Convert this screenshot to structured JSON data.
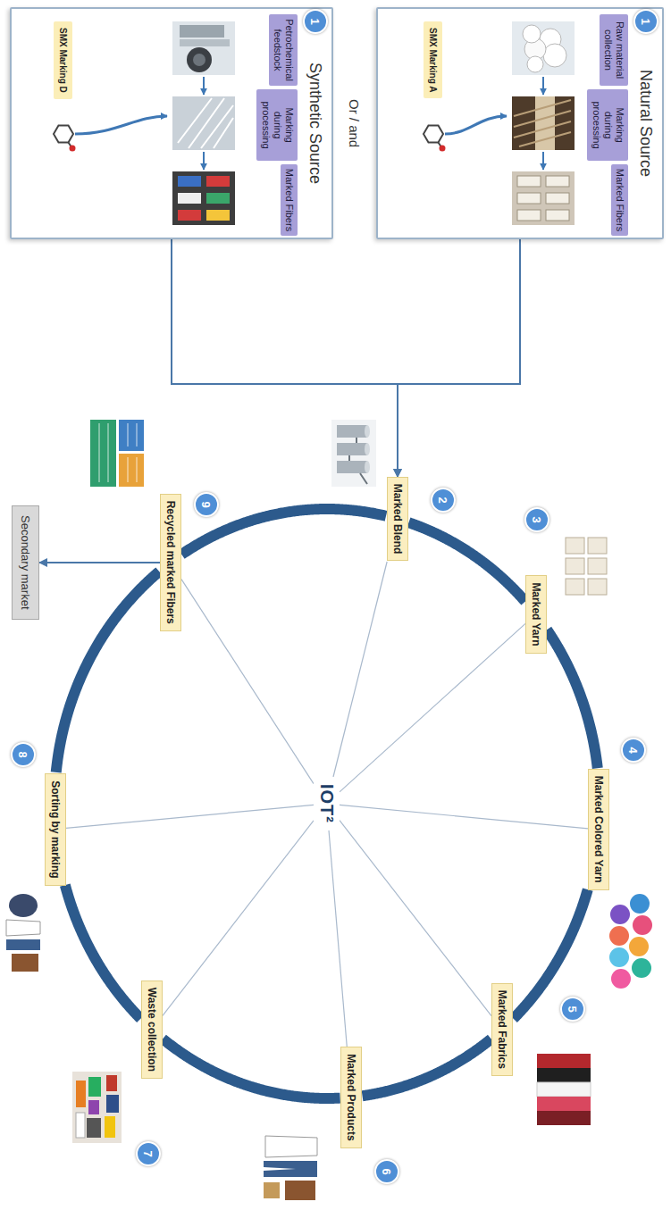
{
  "diagram": {
    "nodes": [
      {
        "text": [
          "Natural Source"
        ]
      },
      {
        "text": [
          "Raw material collection"
        ],
        "in": 0
      },
      {
        "text": [
          "Marking during processing"
        ],
        "in": 0
      },
      {
        "text": [
          "Marked Fibers"
        ],
        "in": 0
      },
      {
        "text": [
          "SMX Marking A"
        ],
        "in": 0
      },
      {
        "text": [
          "Synthetic Source"
        ]
      },
      {
        "text": [
          "Petrochemical feedstock"
        ],
        "in": 5
      },
      {
        "text": [
          "Marking during processing"
        ],
        "in": 5
      },
      {
        "text": [
          "Marked Fibers"
        ],
        "in": 5
      },
      {
        "text": [
          "SMX Marking D"
        ],
        "in": 5
      },
      {
        "text": [
          "Marked Blend"
        ]
      },
      {
        "text": [
          "Marked Yarn"
        ]
      },
      {
        "text": [
          "Marked Colored Yarn"
        ]
      },
      {
        "text": [
          "Marked Fabrics"
        ]
      },
      {
        "text": [
          "Marked Products"
        ]
      },
      {
        "text": [
          "Waste collection"
        ]
      },
      {
        "text": [
          "Sorting by marking"
        ]
      },
      {
        "text": [
          "Recycled marked Fibers"
        ]
      },
      {
        "text": [
          "Secondary market"
        ]
      },
      {
        "text": [
          "IOT²"
        ]
      }
    ],
    "edges": [
      {
        "from": 0,
        "to": 10,
        "arrow": "to"
      },
      {
        "from": 5,
        "to": 10,
        "arrow": "to"
      },
      {
        "from": 10,
        "to": 11,
        "arrow": "none"
      },
      {
        "from": 11,
        "to": 12,
        "arrow": "none"
      },
      {
        "from": 12,
        "to": 13,
        "arrow": "none"
      },
      {
        "from": 13,
        "to": 14,
        "arrow": "none"
      },
      {
        "from": 14,
        "to": 15,
        "arrow": "none"
      },
      {
        "from": 15,
        "to": 16,
        "arrow": "none"
      },
      {
        "from": 16,
        "to": 17,
        "arrow": "none"
      },
      {
        "from": 17,
        "to": 10,
        "arrow": "none"
      },
      {
        "from": 17,
        "to": 18,
        "arrow": "to"
      },
      {
        "from": 19,
        "to": 10,
        "arrow": "none"
      },
      {
        "from": 19,
        "to": 11,
        "arrow": "none"
      },
      {
        "from": 19,
        "to": 12,
        "arrow": "none"
      },
      {
        "from": 19,
        "to": 13,
        "arrow": "none"
      },
      {
        "from": 19,
        "to": 14,
        "arrow": "none"
      },
      {
        "from": 19,
        "to": 15,
        "arrow": "none"
      },
      {
        "from": 19,
        "to": 16,
        "arrow": "none"
      },
      {
        "from": 19,
        "to": 17,
        "arrow": "none"
      }
    ],
    "labels": [
      "1",
      "Or / and",
      "1",
      "2",
      "3",
      "4",
      "5",
      "6",
      "7",
      "8",
      "9"
    ]
  }
}
